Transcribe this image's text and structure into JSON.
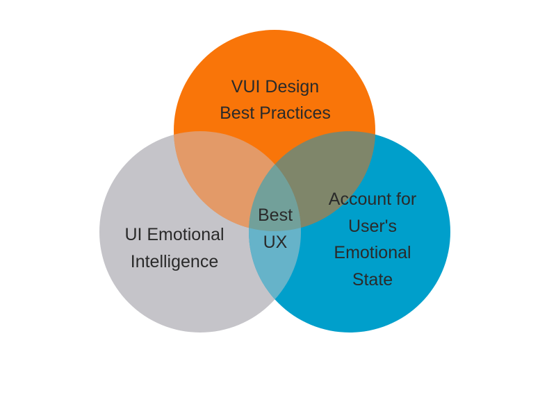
{
  "diagram": {
    "type": "venn",
    "sets": [
      {
        "id": "vui",
        "lines": [
          "VUI Design",
          "Best Practices"
        ],
        "color": "#F97509"
      },
      {
        "id": "ui",
        "lines": [
          "UI Emotional",
          "Intelligence"
        ],
        "color": "#C5C4C9"
      },
      {
        "id": "acct",
        "lines": [
          "Account for",
          "User's",
          "Emotional",
          "State"
        ],
        "color": "#009FCB"
      }
    ],
    "intersection": {
      "lines": [
        "Best",
        "UX"
      ],
      "color": "#72A09A"
    },
    "overlap_colors": {
      "vui_ui": "#E39A68",
      "vui_acct": "#7F866A",
      "ui_acct": "#66B3C9"
    }
  }
}
